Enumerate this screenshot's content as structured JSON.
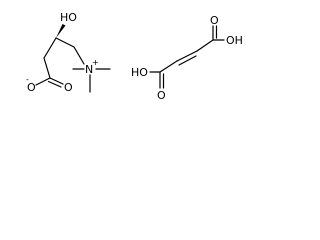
{
  "molecule_1": {
    "hydroxyl": "HO",
    "carboxylate_oxygen": "O",
    "carboxylate_oxygen_charged": "O",
    "carboxylate_charge": "-",
    "ammonium_nitrogen": "N",
    "ammonium_charge": "+"
  },
  "molecule_2": {
    "left_hydroxyl": "HO",
    "left_carbonyl_oxygen": "O",
    "right_carbonyl_oxygen": "O",
    "right_hydroxyl": "OH"
  }
}
